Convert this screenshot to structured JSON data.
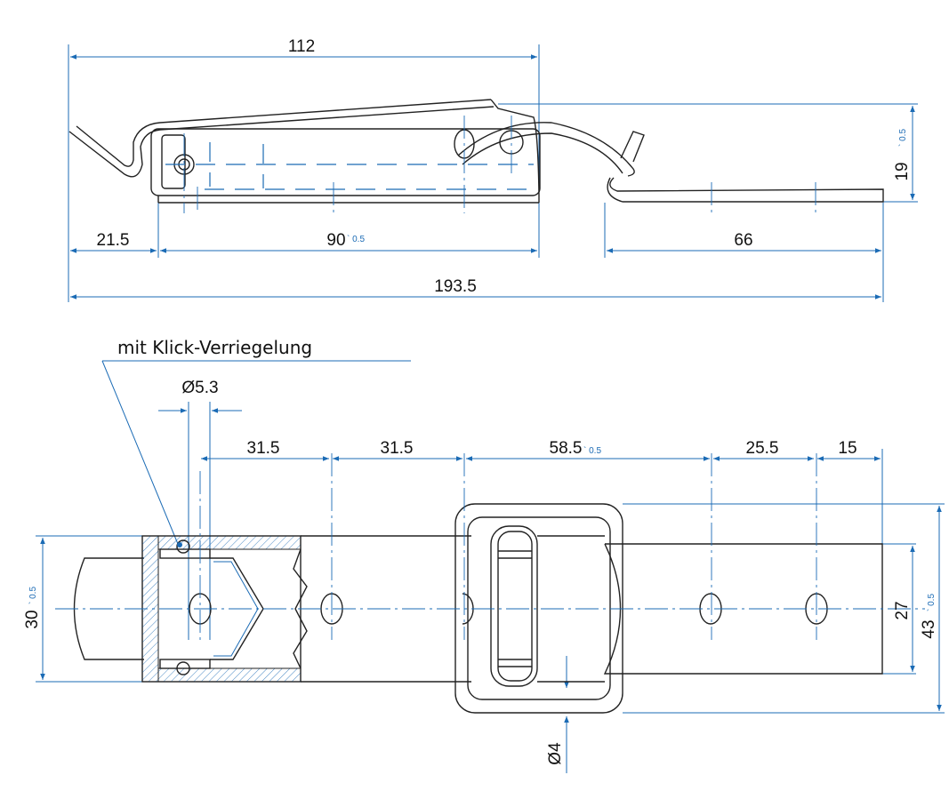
{
  "top_view": {
    "dims": {
      "overall_width": "112",
      "left_offset": "21.5",
      "hole_spacing": "90",
      "hole_spacing_tol": "` 0.5",
      "keeper_length": "66",
      "total_length": "193.5",
      "height": "19",
      "height_tol": "` 0.5"
    }
  },
  "bottom_view": {
    "note": "mit Klick-Verriegelung",
    "dims": {
      "hole_diameter": "Ø5.3",
      "pitch_1": "31.5",
      "pitch_2": "31.5",
      "pitch_3": "58.5",
      "pitch_3_tol": "` 0.5",
      "pitch_4": "25.5",
      "end_offset": "15",
      "base_width": "30",
      "base_width_tol": "` 0.5",
      "keeper_width": "27",
      "overall_width": "43",
      "overall_width_tol": "` 0.5",
      "wire_diameter": "Ø4"
    }
  },
  "colors": {
    "dimension_line": "#1b6bb5",
    "outline": "#222222"
  }
}
